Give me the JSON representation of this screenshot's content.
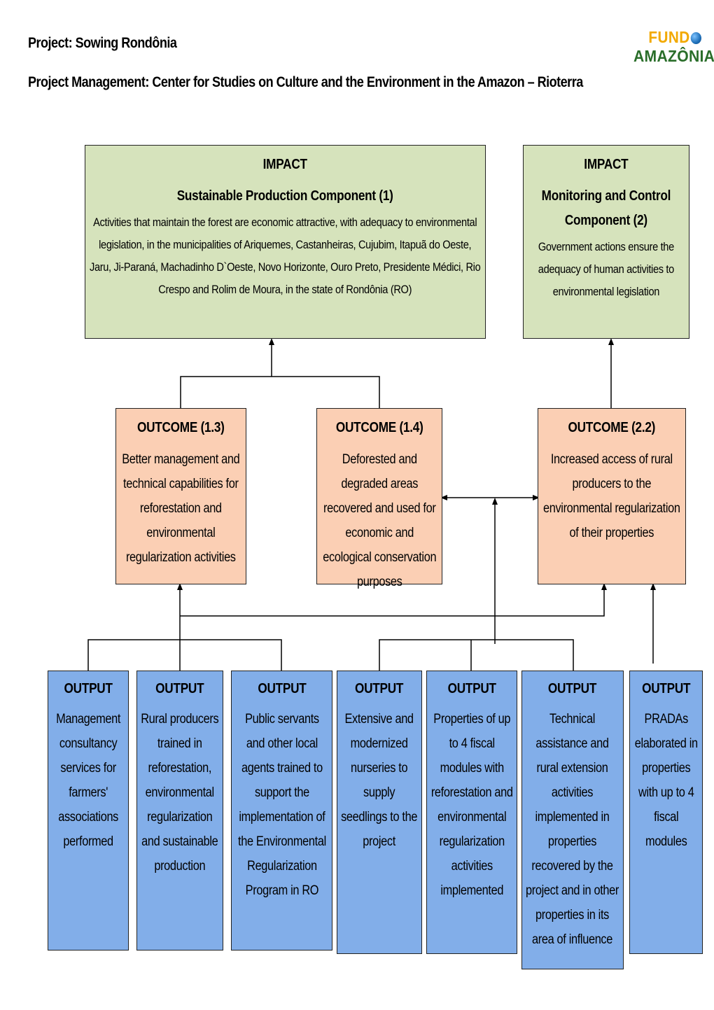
{
  "header": {
    "title": "Project: Sowing Rondônia",
    "management": "Project Management: Center for Studies on Culture and the Environment in the Amazon – Rioterra"
  },
  "logo": {
    "line1": "FUND",
    "line2": "AMAZÔNIA",
    "colors": {
      "line1": "#f2a900",
      "line2": "#2a6e2a",
      "globe": "#1e6fb8"
    }
  },
  "impacts": [
    {
      "label": "IMPACT",
      "component": "Sustainable Production Component (1)",
      "description": "Activities that maintain the forest are economic attractive, with adequacy to environmental legislation, in the municipalities of Ariquemes, Castanheiras, Cujubim, Itapuã do Oeste, Jaru, Ji-Paraná, Machadinho D`Oeste, Novo Horizonte, Ouro Preto, Presidente Médici, Rio Crespo and Rolim de Moura, in the state of Rondônia (RO)"
    },
    {
      "label": "IMPACT",
      "component": "Monitoring and Control Component (2)",
      "description": "Government actions ensure the adequacy of human activities to environmental legislation"
    }
  ],
  "outcomes": [
    {
      "label": "OUTCOME (1.3)",
      "description": "Better management and technical capabilities for reforestation and environmental regularization activities"
    },
    {
      "label": "OUTCOME (1.4)",
      "description": "Deforested and degraded areas recovered and used for economic and ecological conservation purposes"
    },
    {
      "label": "OUTCOME (2.2)",
      "description": "Increased access of rural producers to the environmental regularization of their properties"
    }
  ],
  "outputs": [
    {
      "label": "OUTPUT",
      "description": "Management consultancy services for farmers' associations performed"
    },
    {
      "label": "OUTPUT",
      "description": "Rural producers trained in reforestation, environmental regularization and sustainable production"
    },
    {
      "label": "OUTPUT",
      "description": "Public servants and other local agents trained to support the implementation of the Environmental Regularization Program in RO"
    },
    {
      "label": "OUTPUT",
      "description": "Extensive and modernized nurseries to supply seedlings to the project"
    },
    {
      "label": "OUTPUT",
      "description": "Properties of up to 4 fiscal modules with reforestation and environmental regularization activities implemented"
    },
    {
      "label": "OUTPUT",
      "description": "Technical assistance and rural extension activities implemented in properties recovered by the project and in other properties in its area of influence"
    },
    {
      "label": "OUTPUT",
      "description": "PRADAs elaborated in properties with up to 4 fiscal modules"
    }
  ],
  "colors": {
    "impact": "#d6e3bc",
    "outcome": "#fbcfb4",
    "output": "#82aee9",
    "border": "#222222"
  }
}
